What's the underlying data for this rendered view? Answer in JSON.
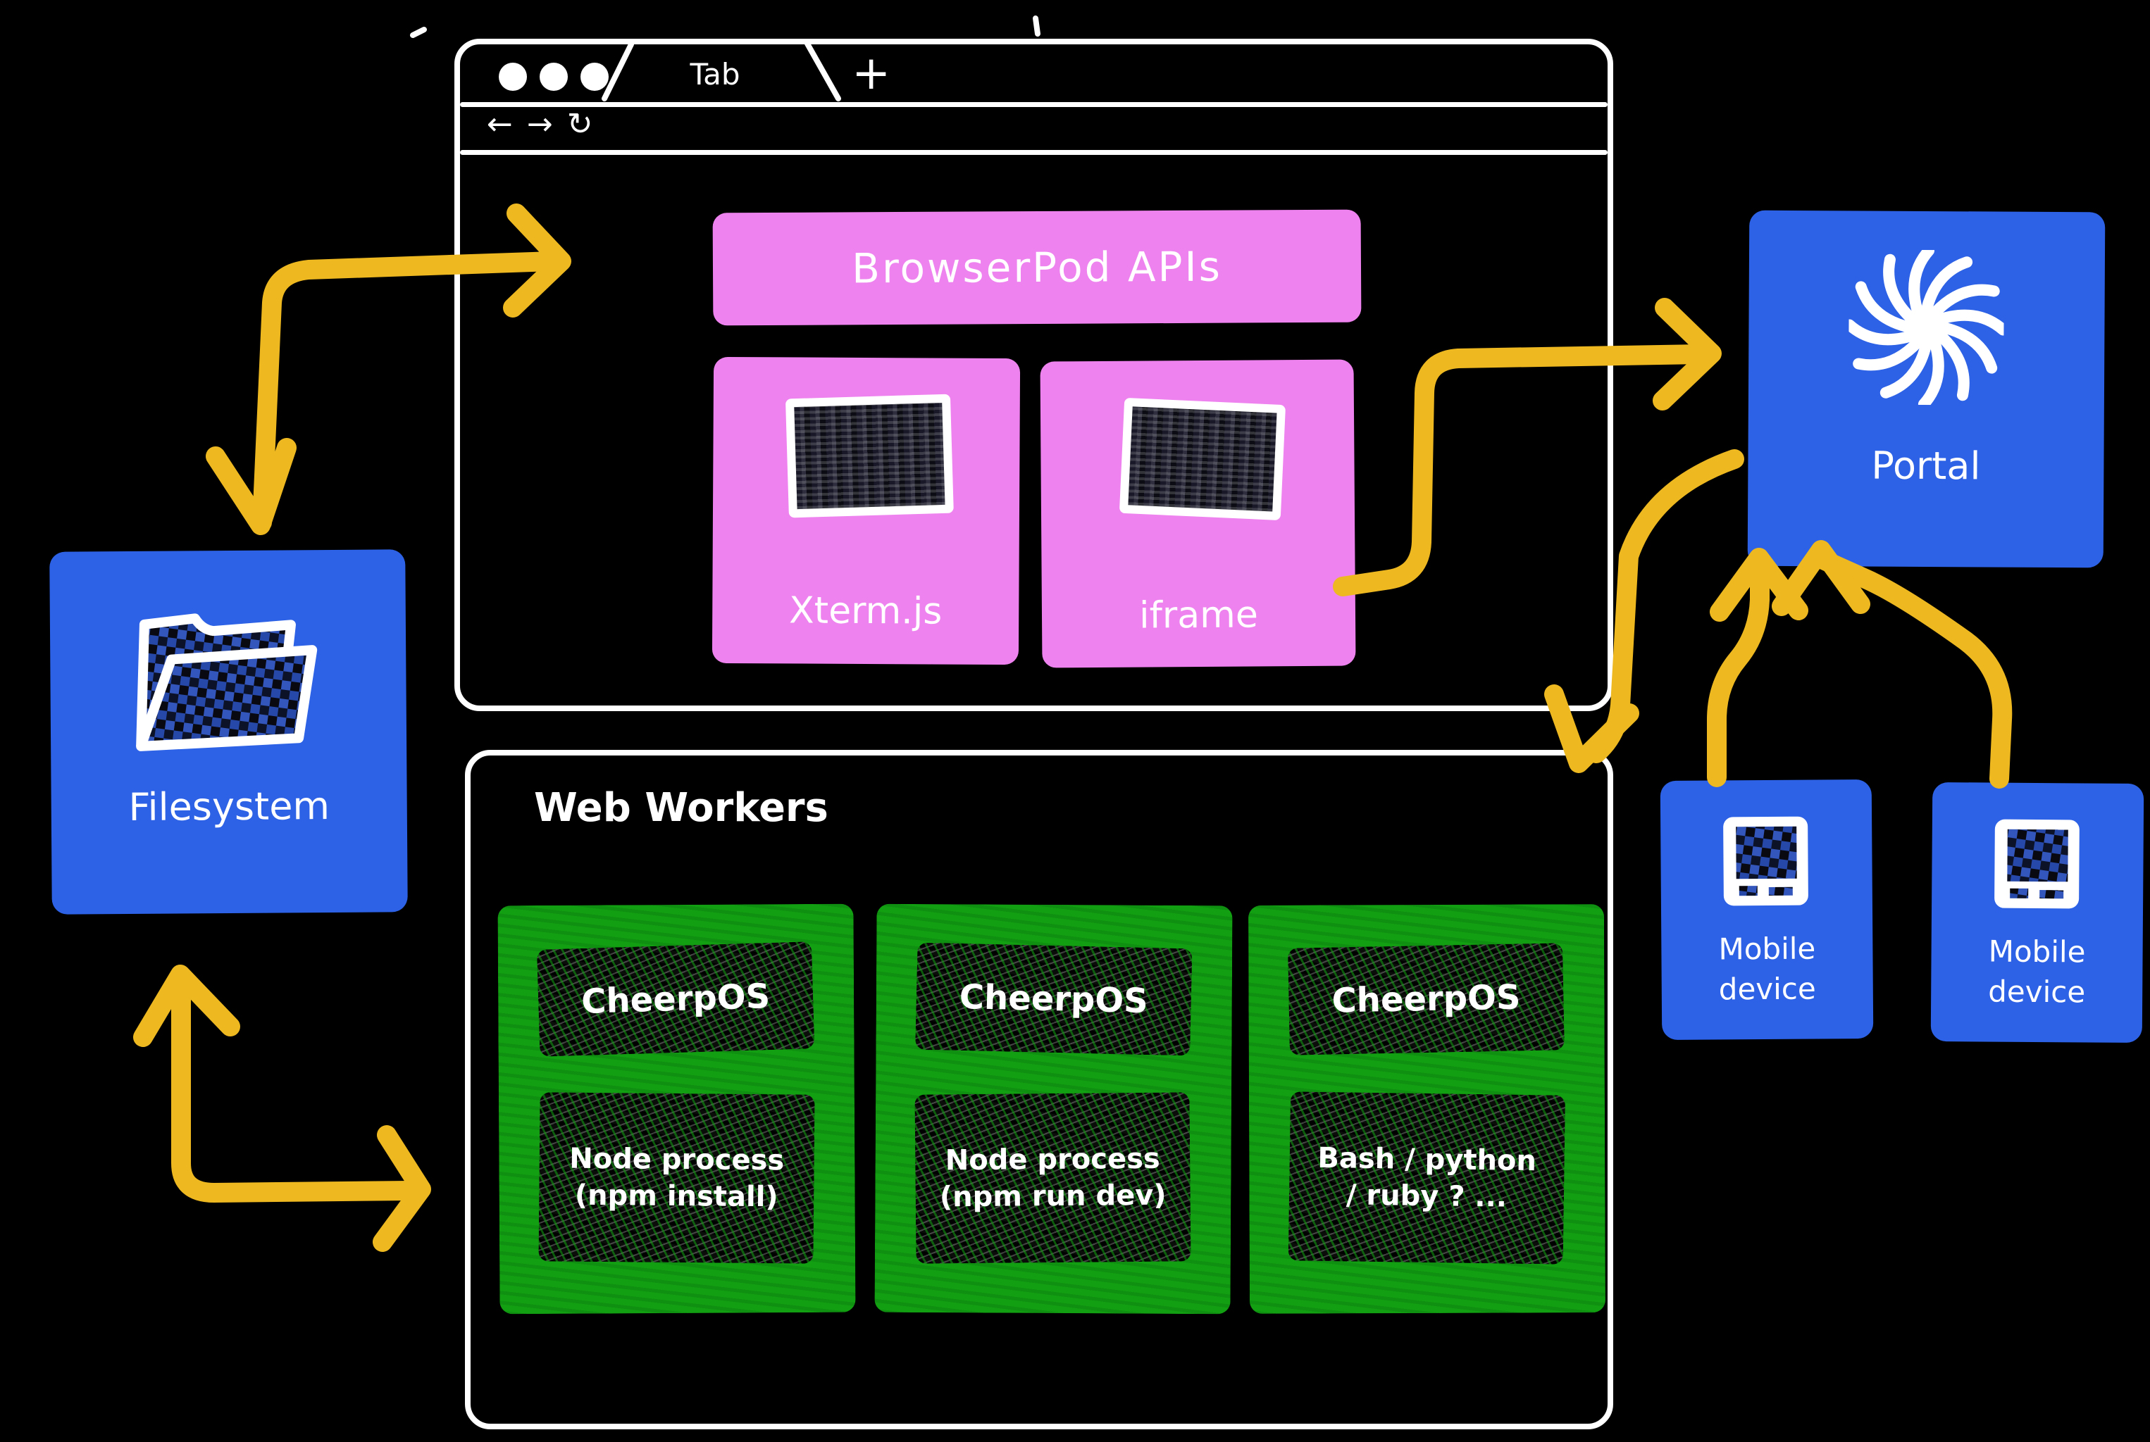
{
  "colors": {
    "background": "#000000",
    "stroke": "#ffffff",
    "blue": "#2d62e6",
    "pink": "#ee82ee",
    "green": "#12a012",
    "yellow": "#edb820"
  },
  "browser": {
    "traffic_dots": 3,
    "tab_label": "Tab",
    "new_tab_label": "+",
    "nav": {
      "back": "←",
      "forward": "→",
      "refresh": "↻"
    },
    "api_banner": "BrowserPod APIs",
    "components": [
      {
        "label": "Xterm.js",
        "thumbnail": "terminal-screenshot-thumbnail"
      },
      {
        "label": "iframe",
        "thumbnail": "app-screenshot-thumbnail"
      }
    ]
  },
  "workers": {
    "title": "Web Workers",
    "items": [
      {
        "os": "CheerpOS",
        "process_line1": "Node process",
        "process_line2": "(npm install)"
      },
      {
        "os": "CheerpOS",
        "process_line1": "Node process",
        "process_line2": "(npm run dev)"
      },
      {
        "os": "CheerpOS",
        "process_line1": "Bash / python",
        "process_line2": "/ ruby ? ..."
      }
    ]
  },
  "filesystem": {
    "label": "Filesystem",
    "icon": "folder-icon"
  },
  "portal": {
    "label": "Portal",
    "icon": "spiral-icon"
  },
  "mobile_devices": [
    {
      "line1": "Mobile",
      "line2": "device",
      "icon": "device-icon"
    },
    {
      "line1": "Mobile",
      "line2": "device",
      "icon": "device-icon"
    }
  ]
}
